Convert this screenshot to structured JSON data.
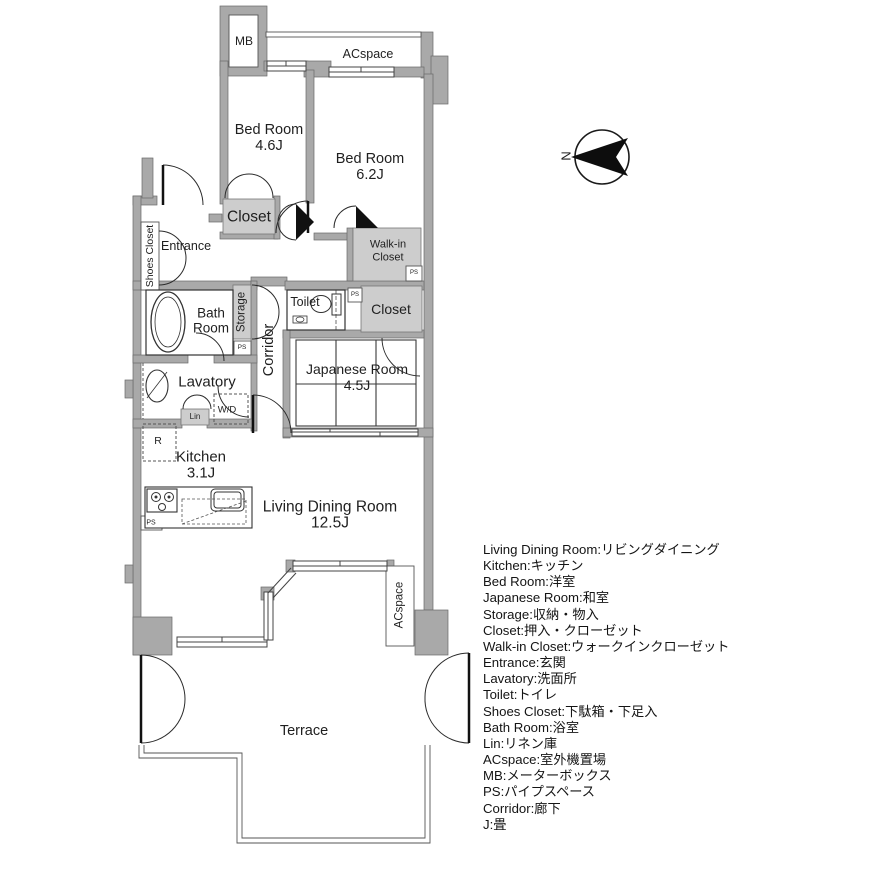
{
  "plan": {
    "rooms": {
      "bed1_name": "Bed Room",
      "bed1_size": "4.6J",
      "bed2_name": "Bed Room",
      "bed2_size": "6.2J",
      "japanese_name": "Japanese Room",
      "japanese_size": "4.5J",
      "kitchen_name": "Kitchen",
      "kitchen_size": "3.1J",
      "ldr_name": "Living Dining Room",
      "ldr_size": "12.5J",
      "closet1": "Closet",
      "closet2": "Closet",
      "wic_line1": "Walk-in",
      "wic_line2": "Closet",
      "entrance": "Entrance",
      "shoes_closet": "Shoes Closet",
      "bath_line1": "Bath",
      "bath_line2": "Room",
      "storage": "Storage",
      "corridor": "Corridor",
      "toilet": "Toilet",
      "lavatory": "Lavatory",
      "terrace": "Terrace",
      "mb": "MB",
      "acspace_top": "ACspace",
      "acspace_right": "ACspace",
      "wd": "W/D",
      "lin": "Lin",
      "r": "R",
      "ps": "PS"
    },
    "compass": {
      "north_label": "N"
    },
    "colors": {
      "wall": "#a9a9a9",
      "wall_edge": "#6a6a6a",
      "shade": "#cdcdcd",
      "line": "#333333"
    }
  },
  "legend": {
    "lines": [
      "Living Dining Room:リビングダイニング",
      "Kitchen:キッチン",
      "Bed Room:洋室",
      "Japanese Room:和室",
      "Storage:収納・物入",
      "Closet:押入・クローゼット",
      "Walk-in Closet:ウォークインクローゼット",
      "Entrance:玄関",
      "Lavatory:洗面所",
      "Toilet:トイレ",
      "Shoes Closet:下駄箱・下足入",
      "Bath Room:浴室",
      "Lin:リネン庫",
      "ACspace:室外機置場",
      "MB:メーターボックス",
      "PS:パイプスペース",
      "Corridor:廊下",
      "J:畳"
    ]
  }
}
